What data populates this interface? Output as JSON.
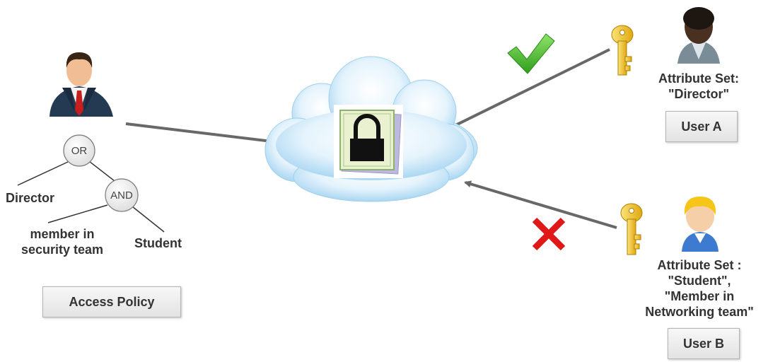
{
  "policy": {
    "or_label": "OR",
    "and_label": "AND",
    "leaf_director": "Director",
    "leaf_member_line1": "member in",
    "leaf_member_line2": "security team",
    "leaf_student": "Student",
    "box_label": "Access Policy"
  },
  "user_a": {
    "attr_line1": "Attribute Set:",
    "attr_line2": "\"Director\"",
    "box_label": "User A",
    "access": "granted"
  },
  "user_b": {
    "attr_line1": "Attribute Set :",
    "attr_line2": "\"Student\",",
    "attr_line3": "\"Member in",
    "attr_line4": "Networking team\"",
    "box_label": "User B",
    "access": "denied"
  },
  "icons": {
    "owner": "businessman-icon",
    "cloud": "cloud-icon",
    "lock": "padlock-icon",
    "key": "key-icon",
    "check": "checkmark-icon",
    "cross": "cross-icon"
  },
  "colors": {
    "arrow": "#686868",
    "check": "#3fbf2a",
    "cross": "#e01818",
    "key": "#f2c21f",
    "cloud": "#bfe2f7"
  }
}
